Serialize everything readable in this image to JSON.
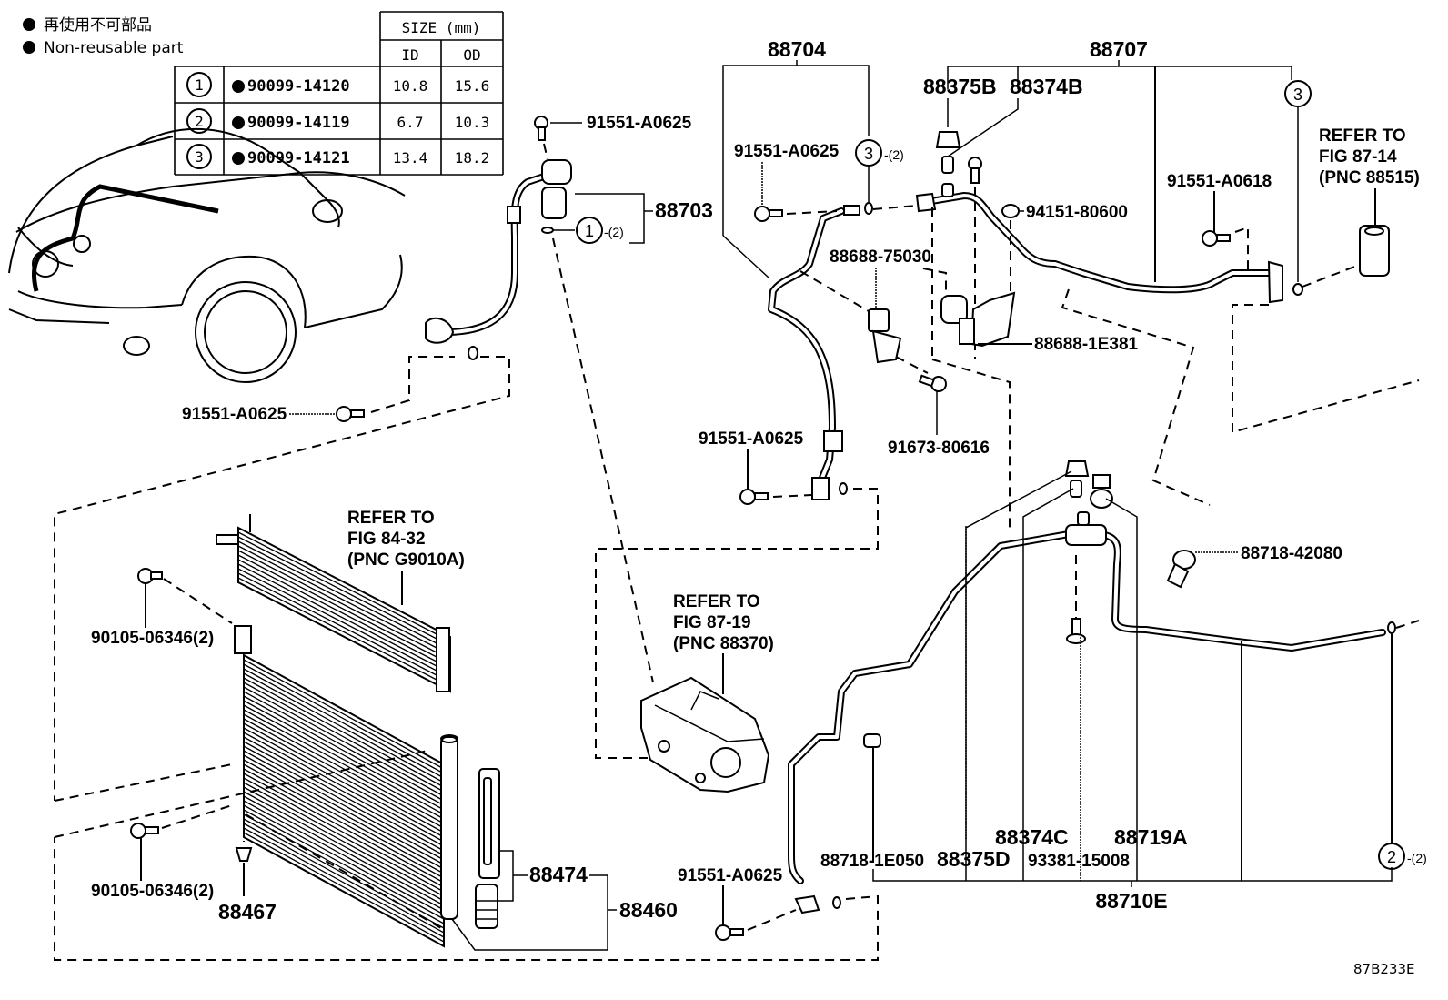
{
  "legend": {
    "japanese": "再使用不可部品",
    "english": "Non-reusable part"
  },
  "oring_table": {
    "header_size": "SIZE (mm)",
    "header_id": "ID",
    "header_od": "OD",
    "rows": [
      {
        "ref": "1",
        "part": "90099-14120",
        "id": "10.8",
        "od": "15.6"
      },
      {
        "ref": "2",
        "part": "90099-14119",
        "id": "6.7",
        "od": "10.3"
      },
      {
        "ref": "3",
        "part": "90099-14121",
        "id": "13.4",
        "od": "18.2"
      }
    ]
  },
  "labels": {
    "l_88704": "88704",
    "l_88707": "88707",
    "l_88375B": "88375B",
    "l_88374B": "88374B",
    "l_91551_top_left": "91551-A0625",
    "l_88703": "88703",
    "l_oring1_qty": "-(2)",
    "l_91551_mid": "91551-A0625",
    "l_oring3_qty": "-(2)",
    "l_94151": "94151-80600",
    "l_91551_A0618": "91551-A0618",
    "l_88688_75030": "88688-75030",
    "l_88688_1E381": "88688-1E381",
    "l_91673": "91673-80616",
    "l_91551_left": "91551-A0625",
    "l_91551_hose": "91551-A0625",
    "l_88718_42080": "88718-42080",
    "l_90105_a": "90105-06346(2)",
    "l_90105_b": "90105-06346(2)",
    "l_88467": "88467",
    "l_88474": "88474",
    "l_88460": "88460",
    "l_91551_bottom": "91551-A0625",
    "l_88718_1E050": "88718-1E050",
    "l_88375D": "88375D",
    "l_88374C": "88374C",
    "l_93381": "93381-15008",
    "l_88719A": "88719A",
    "l_88710E": "88710E",
    "l_oring2_qty": "-(2)",
    "figure_code": "87B233E"
  },
  "refer_notes": {
    "evap": {
      "line1": "REFER TO",
      "line2": "FIG 87-14",
      "line3": "(PNC 88515)"
    },
    "radiator": {
      "line1": "REFER TO",
      "line2": "FIG 84-32",
      "line3": "(PNC G9010A)"
    },
    "compressor": {
      "line1": "REFER TO",
      "line2": "FIG 87-19",
      "line3": "(PNC 88370)"
    }
  },
  "oring_refs": {
    "one": "1",
    "two": "2",
    "three": "3"
  }
}
